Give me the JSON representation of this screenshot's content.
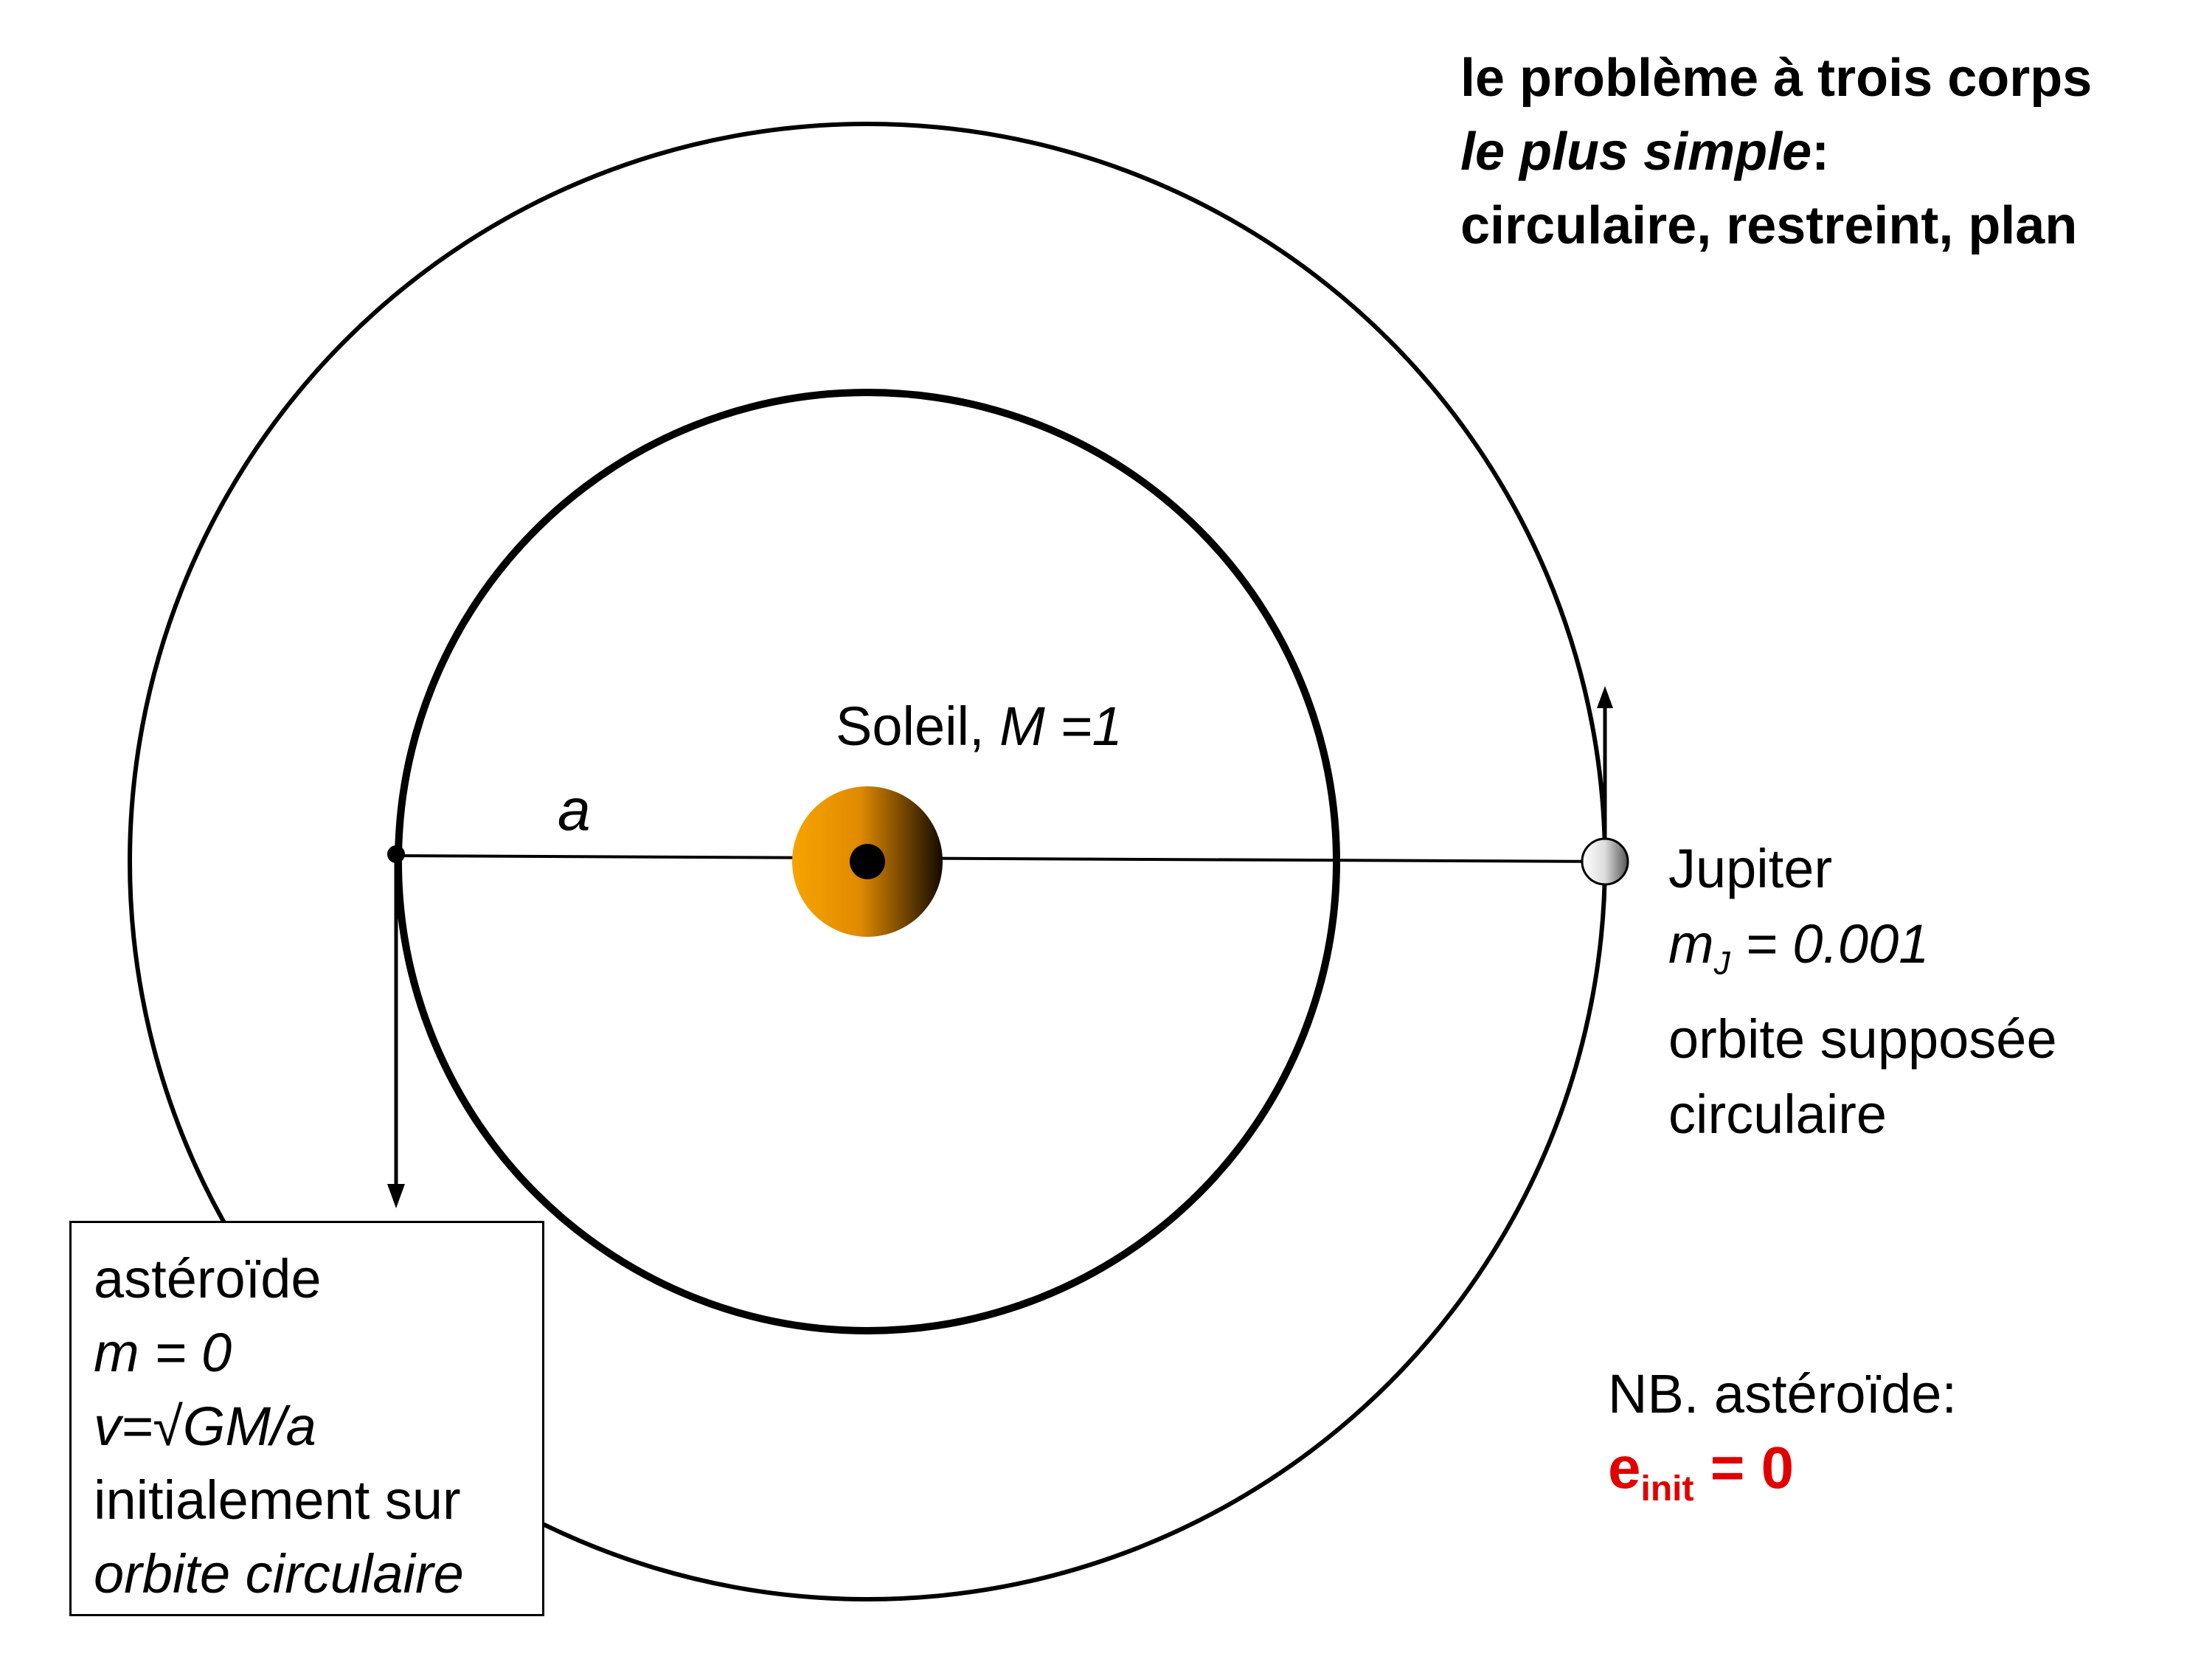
{
  "title": {
    "line1": "le problème à trois corps",
    "line2_italic": "le plus simple",
    "line2_rest": ":",
    "line3": "circulaire, restreint, plan"
  },
  "sun": {
    "label_plain": "Soleil, ",
    "label_italic": "M =1"
  },
  "radius_label": "a",
  "jupiter": {
    "name": "Jupiter",
    "mass_symbol": "m",
    "mass_sub": "J",
    "mass_value": " = 0.001",
    "orbit_line1": "orbite supposée",
    "orbit_line2": "circulaire"
  },
  "asteroid": {
    "name": "astéroïde",
    "mass": "m = 0",
    "velocity": "v=√GM/a",
    "line4": "initialement sur",
    "line5": "orbite circulaire"
  },
  "note": {
    "line1": "NB. astéroïde:",
    "e_symbol": "e",
    "e_sub": "init",
    "e_value": " = 0"
  },
  "colors": {
    "sun_light": "#f5a000",
    "sun_dark": "#1a0e00",
    "note_red": "#e00000"
  }
}
